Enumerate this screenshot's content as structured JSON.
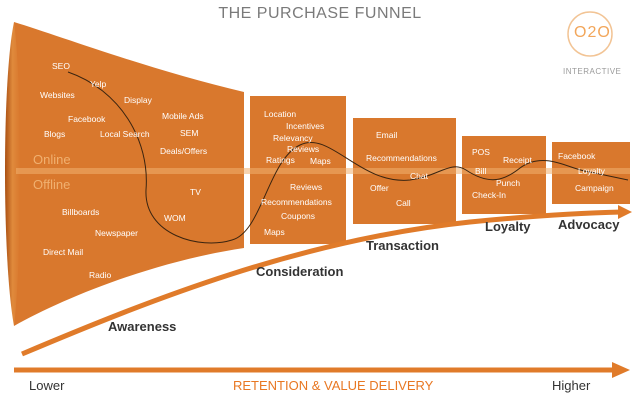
{
  "title": "THE PURCHASE FUNNEL",
  "logo": {
    "mark": "O2O",
    "word": "INTERACTIVE"
  },
  "bands": {
    "online": "Online",
    "offline": "Offline"
  },
  "awareness": {
    "label": "Awareness",
    "online": [
      "SEO",
      "Yelp",
      "Websites",
      "Display",
      "Facebook",
      "Mobile Ads",
      "Blogs",
      "Local Search",
      "SEM",
      "Deals/Offers"
    ],
    "offline": [
      "TV",
      "Billboards",
      "WOM",
      "Newspaper",
      "Direct Mail",
      "Radio"
    ]
  },
  "consideration": {
    "label": "Consideration",
    "online": [
      "Location",
      "Incentives",
      "Relevancy",
      "Reviews",
      "Ratings",
      "Maps"
    ],
    "offline": [
      "Reviews",
      "Recommendations",
      "Coupons",
      "Maps"
    ]
  },
  "transaction": {
    "label": "Transaction",
    "items": [
      "Email",
      "Recommendations",
      "Chat",
      "Offer",
      "Call"
    ]
  },
  "loyalty": {
    "label": "Loyalty",
    "items": [
      "POS",
      "Receipt",
      "Bill",
      "Punch",
      "Check-In"
    ]
  },
  "advocacy": {
    "label": "Advocacy",
    "items": [
      "Facebook",
      "Loyalty",
      "Campaign"
    ]
  },
  "axis": {
    "low": "Lower",
    "center": "RETENTION & VALUE DELIVERY",
    "high": "Higher"
  },
  "colors": {
    "funnel": "#d9782d",
    "funnel_dark": "#b95e1b",
    "arrow": "#e07b2a",
    "band": "#f0b070",
    "text": "#333333"
  }
}
